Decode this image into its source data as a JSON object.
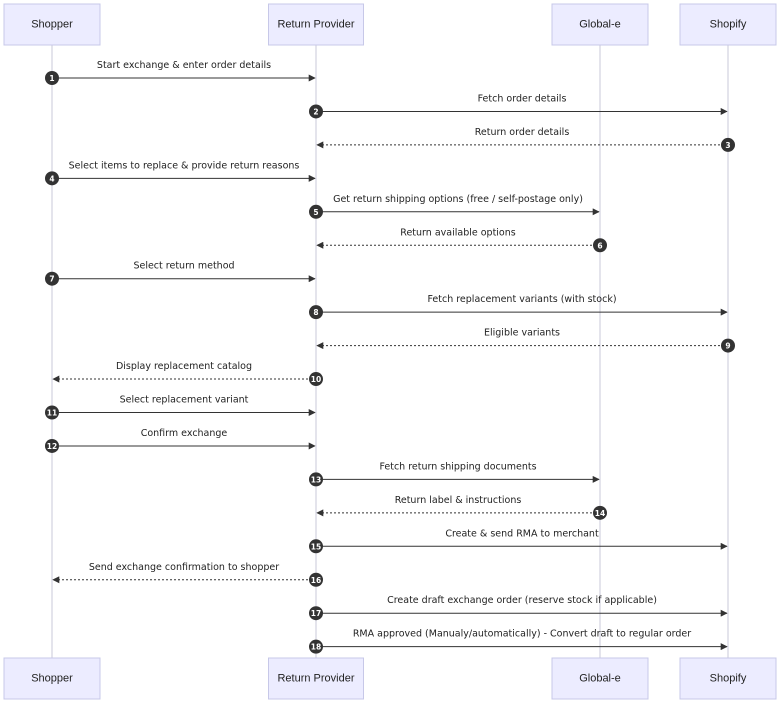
{
  "actors": [
    {
      "id": "shopper",
      "label": "Shopper"
    },
    {
      "id": "return_provider",
      "label": "Return Provider"
    },
    {
      "id": "global_e",
      "label": "Global-e"
    },
    {
      "id": "shopify",
      "label": "Shopify"
    }
  ],
  "messages": [
    {
      "num": "1",
      "from": "shopper",
      "to": "return_provider",
      "text": "Start exchange & enter order details",
      "style": "solid"
    },
    {
      "num": "2",
      "from": "return_provider",
      "to": "shopify",
      "text": "Fetch order details",
      "style": "solid"
    },
    {
      "num": "3",
      "from": "shopify",
      "to": "return_provider",
      "text": "Return order details",
      "style": "dashed"
    },
    {
      "num": "4",
      "from": "shopper",
      "to": "return_provider",
      "text": "Select items to replace & provide return reasons",
      "style": "solid"
    },
    {
      "num": "5",
      "from": "return_provider",
      "to": "global_e",
      "text": "Get return shipping options (free / self-postage only)",
      "style": "solid"
    },
    {
      "num": "6",
      "from": "global_e",
      "to": "return_provider",
      "text": "Return available options",
      "style": "dashed"
    },
    {
      "num": "7",
      "from": "shopper",
      "to": "return_provider",
      "text": "Select return method",
      "style": "solid"
    },
    {
      "num": "8",
      "from": "return_provider",
      "to": "shopify",
      "text": "Fetch replacement variants (with stock)",
      "style": "solid"
    },
    {
      "num": "9",
      "from": "shopify",
      "to": "return_provider",
      "text": "Eligible variants",
      "style": "dashed"
    },
    {
      "num": "10",
      "from": "return_provider",
      "to": "shopper",
      "text": "Display replacement catalog",
      "style": "dashed"
    },
    {
      "num": "11",
      "from": "shopper",
      "to": "return_provider",
      "text": "Select replacement variant",
      "style": "solid"
    },
    {
      "num": "12",
      "from": "shopper",
      "to": "return_provider",
      "text": "Confirm exchange",
      "style": "solid"
    },
    {
      "num": "13",
      "from": "return_provider",
      "to": "global_e",
      "text": "Fetch return shipping documents",
      "style": "solid"
    },
    {
      "num": "14",
      "from": "global_e",
      "to": "return_provider",
      "text": "Return label & instructions",
      "style": "dashed"
    },
    {
      "num": "15",
      "from": "return_provider",
      "to": "shopify",
      "text": "Create & send RMA to merchant",
      "style": "solid"
    },
    {
      "num": "16",
      "from": "return_provider",
      "to": "shopper",
      "text": "Send exchange confirmation to shopper",
      "style": "dashed"
    },
    {
      "num": "17",
      "from": "return_provider",
      "to": "shopify",
      "text": "Create draft exchange order (reserve stock if applicable)",
      "style": "solid"
    },
    {
      "num": "18",
      "from": "return_provider",
      "to": "shopify",
      "text": "RMA approved (Manualy/automatically) - Convert draft to regular order",
      "style": "solid"
    }
  ]
}
